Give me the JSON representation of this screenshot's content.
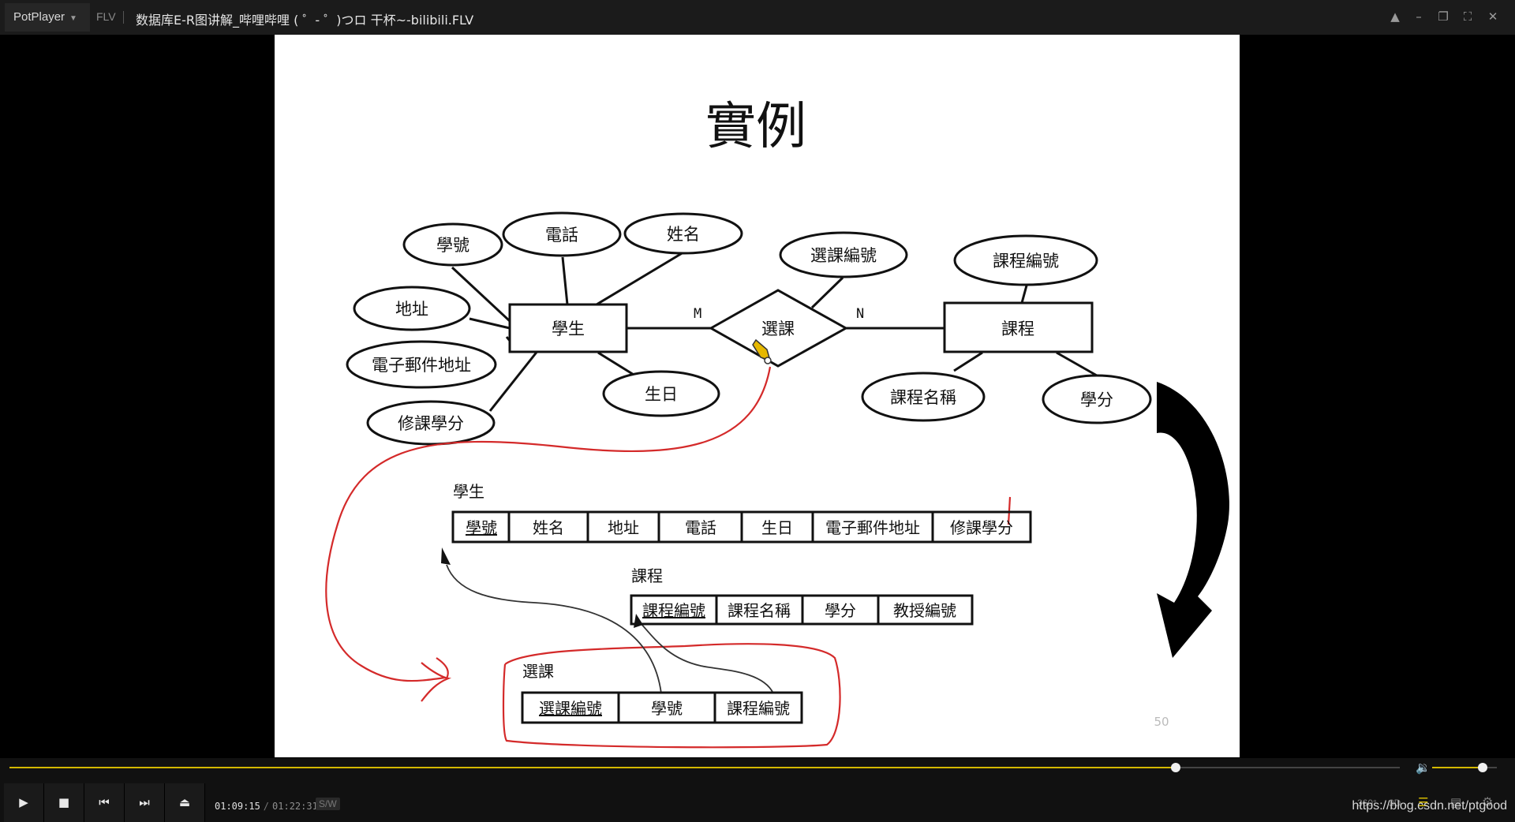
{
  "app": {
    "name": "PotPlayer",
    "format": "FLV",
    "title": "数据库E-R图讲解_哔哩哔哩 ( ゜- ゜)つロ 干杯~-bilibili.FLV"
  },
  "playback": {
    "current_time": "01:09:15",
    "total_time": "01:22:31",
    "sw_label": "S/W",
    "progress": 0.839,
    "volume": 0.78
  },
  "right_buttons": {
    "vr": "360°",
    "threed": "3D"
  },
  "watermark": "https://blog.csdn.net/ptgood",
  "slide": {
    "title": "實例",
    "student_attrs": [
      "學號",
      "電話",
      "姓名",
      "地址",
      "電子郵件地址",
      "修課學分",
      "生日"
    ],
    "student_entity": "學生",
    "relationship": "選課",
    "relationship_attr": "選課編號",
    "card_m": "M",
    "card_n": "N",
    "course_entity": "課程",
    "course_attrs": [
      "課程編號",
      "課程名稱",
      "學分"
    ],
    "table_student_name": "學生",
    "table_student_cols": [
      "學號",
      "姓名",
      "地址",
      "電話",
      "生日",
      "電子郵件地址",
      "修課學分"
    ],
    "table_course_name": "課程",
    "table_course_cols": [
      "課程編號",
      "課程名稱",
      "學分",
      "教授編號"
    ],
    "table_select_name": "選課",
    "table_select_cols": [
      "選課編號",
      "學號",
      "課程編號"
    ],
    "page_number": "50"
  }
}
